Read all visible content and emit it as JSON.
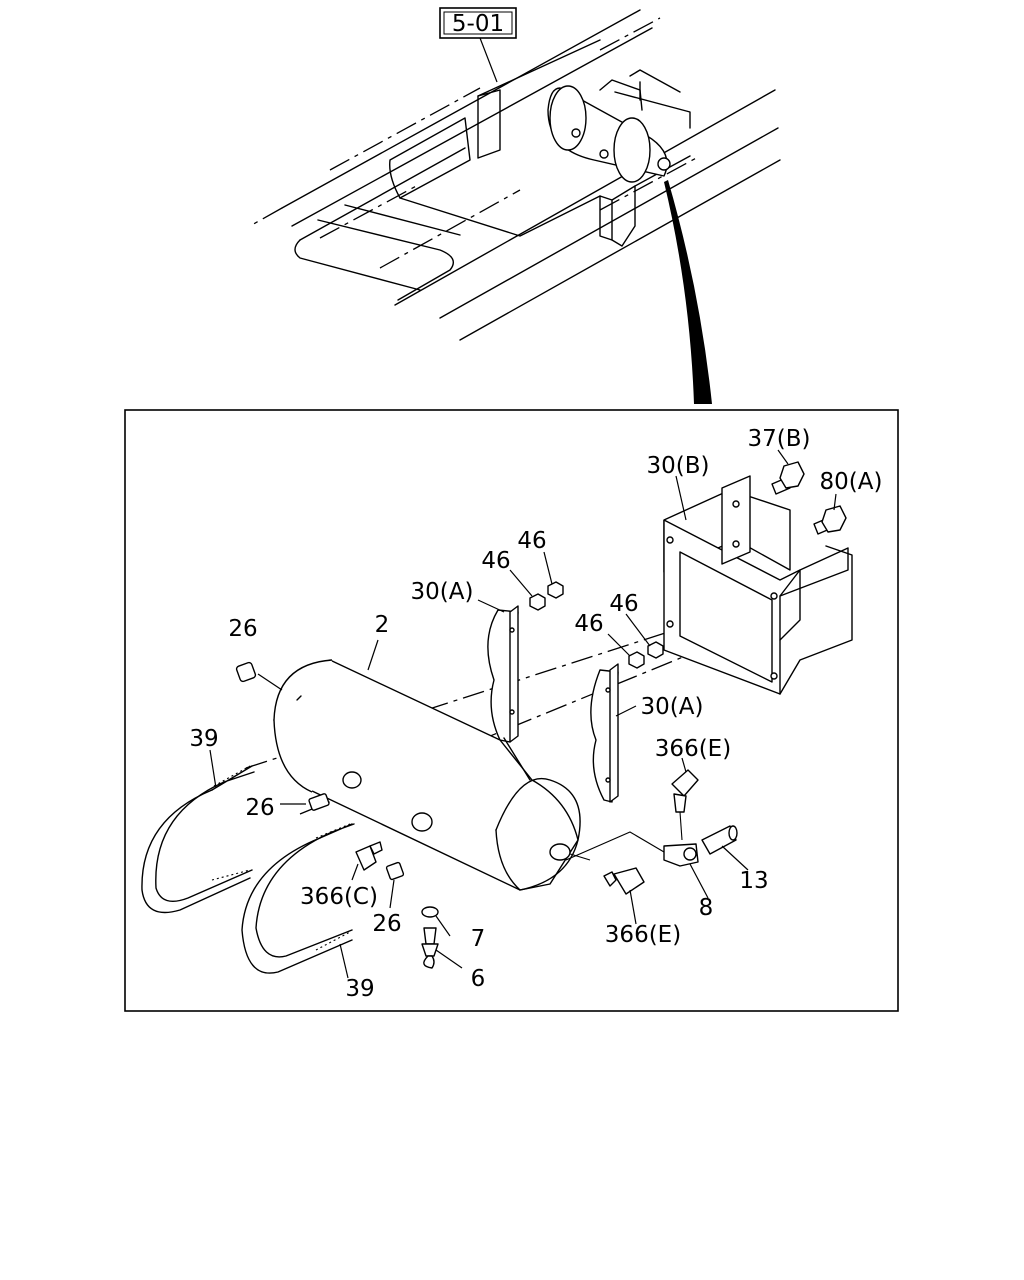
{
  "ref_box": {
    "label": "5-01"
  },
  "callouts": {
    "c26a": "26",
    "c2": "2",
    "c30a_left": "30(A)",
    "c46_a": "46",
    "c46_b": "46",
    "c46_c": "46",
    "c46_d": "46",
    "c30a_right": "30(A)",
    "c30b": "30(B)",
    "c37b": "37(B)",
    "c80a": "80(A)",
    "c39_top": "39",
    "c26b": "26",
    "c366c": "366(C)",
    "c26c": "26",
    "c7": "7",
    "c6": "6",
    "c39_bottom": "39",
    "c366e_top": "366(E)",
    "c8": "8",
    "c13": "13",
    "c366e_bottom": "366(E)"
  }
}
